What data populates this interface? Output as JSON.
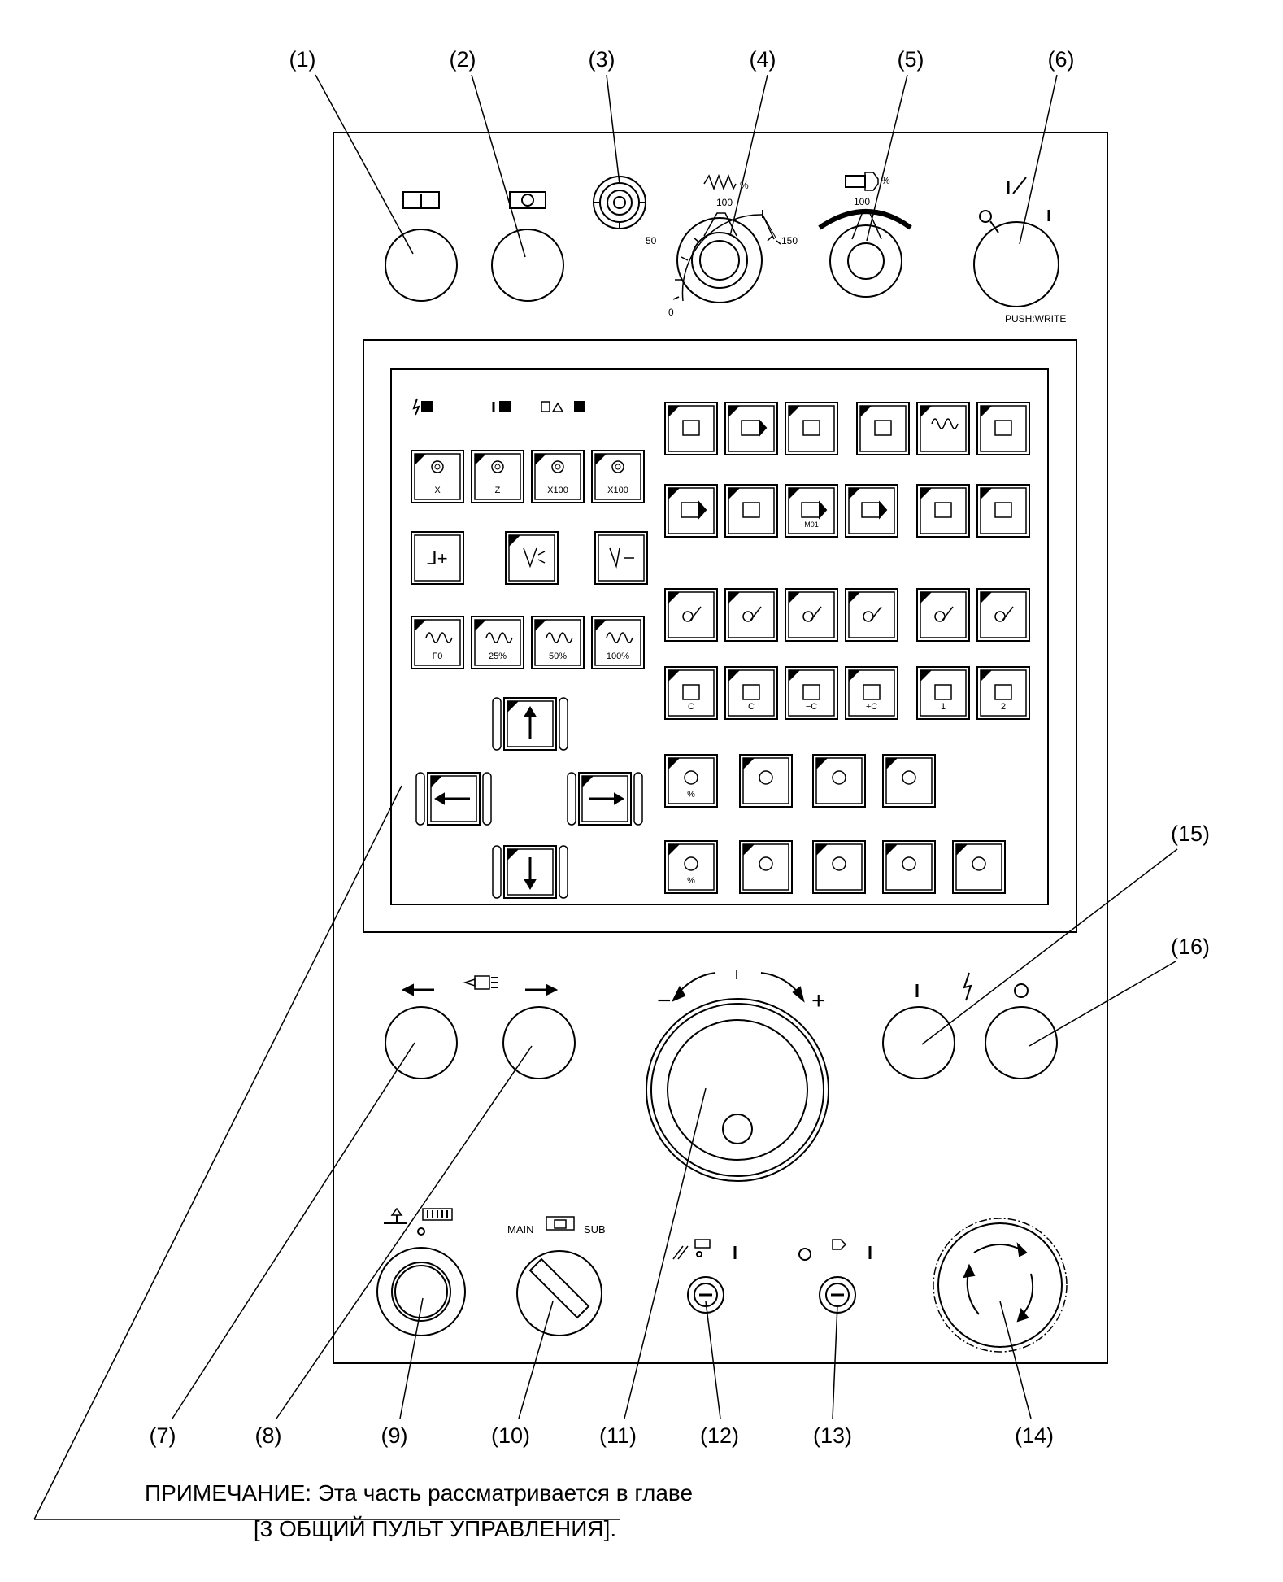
{
  "callouts": {
    "c1": "(1)",
    "c2": "(2)",
    "c3": "(3)",
    "c4": "(4)",
    "c5": "(5)",
    "c6": "(6)",
    "c7": "(7)",
    "c8": "(8)",
    "c9": "(9)",
    "c10": "(10)",
    "c11": "(11)",
    "c12": "(12)",
    "c13": "(13)",
    "c14": "(14)",
    "c15": "(15)",
    "c16": "(16)"
  },
  "feed_override": {
    "percent": "%",
    "t0": "0",
    "t50": "50",
    "t100": "100",
    "t150": "150"
  },
  "spindle_override": {
    "percent": "%",
    "t100": "100"
  },
  "memory_protect": {
    "push_label": "PUSH:WRITE"
  },
  "selector": {
    "main": "MAIN",
    "sub": "SUB"
  },
  "handle_axis_keys": [
    "X",
    "Z",
    "X100",
    "X100"
  ],
  "rapid_keys": [
    "F0",
    "25%",
    "50%",
    "100%"
  ],
  "keypad_labels": {
    "m01": "M01",
    "minus_c": "−C",
    "plus_c": "+C",
    "c": "C",
    "coolant1": "1",
    "coolant2": "2",
    "percent": "%"
  },
  "handwheel": {
    "minus": "−",
    "plus": "+"
  },
  "note": {
    "line1": "ПРИМЕЧАНИЕ: Эта часть рассматривается в главе",
    "line2": "[3 ОБЩИЙ ПУЛЬТ УПРАВЛЕНИЯ]."
  }
}
